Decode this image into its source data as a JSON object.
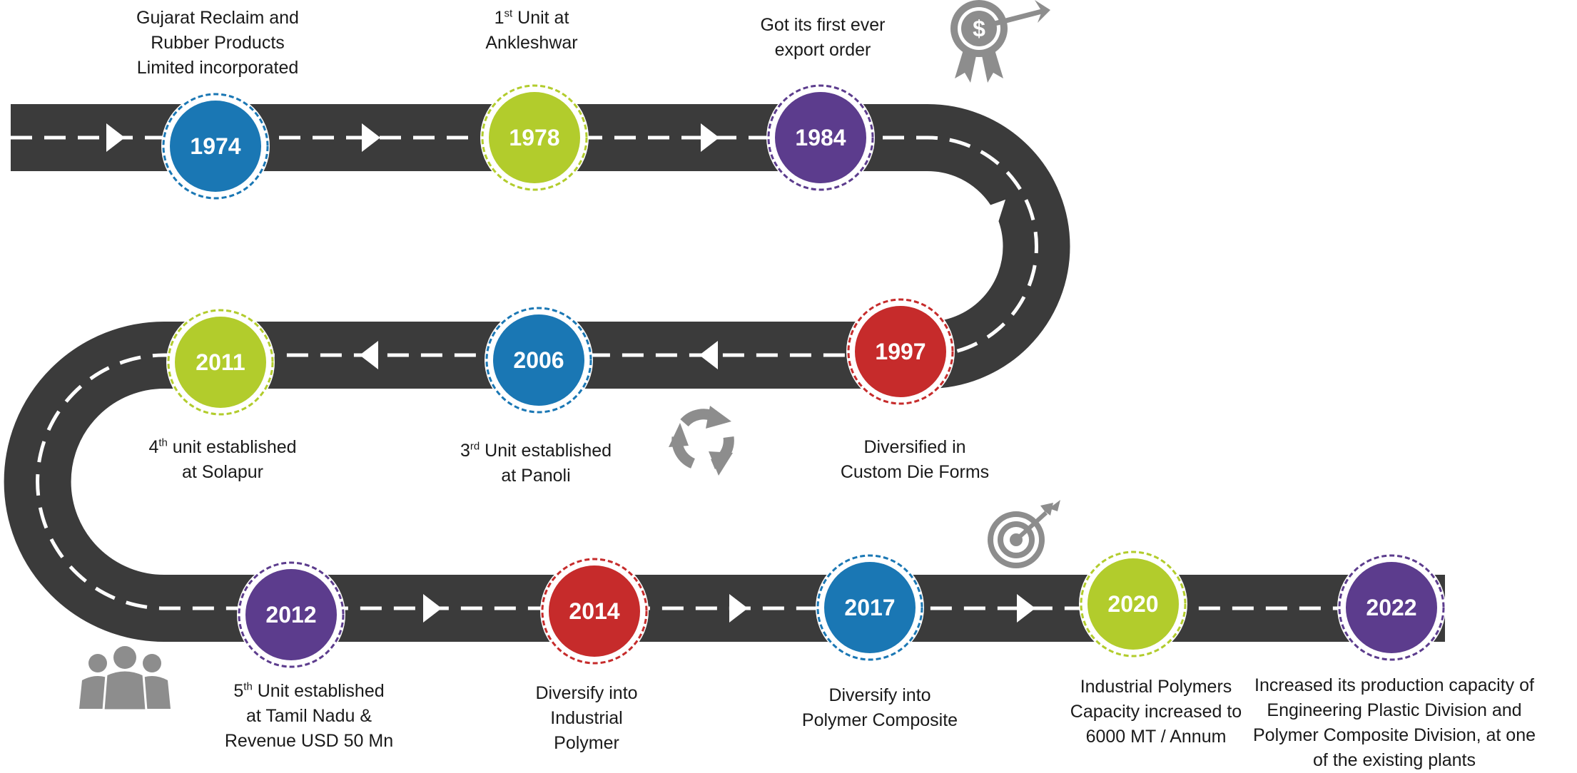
{
  "colors": {
    "road": "#3b3b3b",
    "dash": "#ffffff",
    "icon": "#8d8d8d",
    "blue": "#1a77b4",
    "green": "#b2cc2c",
    "purple": "#5c3c8d",
    "red": "#c62b2b"
  },
  "milestones": [
    {
      "year": "1974",
      "color": "blue",
      "label": [
        "Gujarat Reclaim and",
        "Rubber Products",
        "Limited incorporated"
      ]
    },
    {
      "year": "1978",
      "color": "green",
      "label": [
        {
          "pre": "1",
          "sup": "st",
          "post": " Unit at"
        },
        "Ankleshwar"
      ]
    },
    {
      "year": "1984",
      "color": "purple",
      "label": [
        "Got its first ever",
        "export order"
      ]
    },
    {
      "year": "1997",
      "color": "red",
      "label": [
        "Diversified in",
        "Custom Die Forms"
      ]
    },
    {
      "year": "2006",
      "color": "blue",
      "label": [
        {
          "pre": "3",
          "sup": "rd",
          "post": " Unit established"
        },
        "at Panoli"
      ]
    },
    {
      "year": "2011",
      "color": "green",
      "label": [
        {
          "pre": "4",
          "sup": "th",
          "post": " unit established"
        },
        "at Solapur"
      ]
    },
    {
      "year": "2012",
      "color": "purple",
      "label": [
        {
          "pre": "5",
          "sup": "th",
          "post": " Unit established"
        },
        "at Tamil Nadu &",
        "Revenue USD 50 Mn"
      ]
    },
    {
      "year": "2014",
      "color": "red",
      "label": [
        "Diversify into",
        "Industrial",
        "Polymer"
      ]
    },
    {
      "year": "2017",
      "color": "blue",
      "label": [
        "Diversify into",
        "Polymer Composite"
      ]
    },
    {
      "year": "2020",
      "color": "green",
      "label": [
        "Industrial Polymers",
        "Capacity increased to",
        "6000 MT / Annum"
      ]
    },
    {
      "year": "2022",
      "color": "purple",
      "label": [
        "Increased its production capacity of",
        "Engineering Plastic Division and",
        "Polymer Composite Division, at one",
        "of the existing plants"
      ]
    }
  ],
  "icons": [
    "dollar-target-award-icon",
    "refresh-cycle-icon",
    "target-arrow-icon",
    "people-group-icon"
  ]
}
